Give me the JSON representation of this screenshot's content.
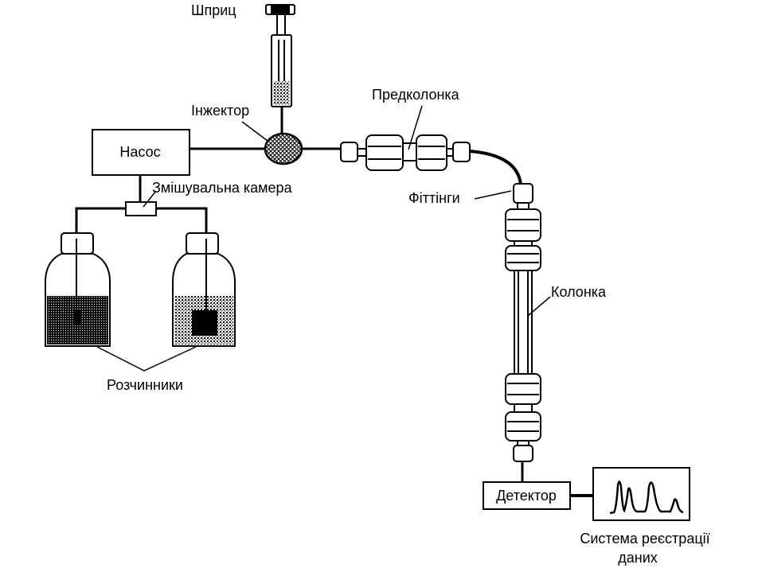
{
  "labels": {
    "syringe": "Шприц",
    "injector": "Інжектор",
    "pump": "Насос",
    "mixing_chamber": "Змішувальна камера",
    "solvents": "Розчинники",
    "precolumn": "Предколонка",
    "fittings": "Фіттінги",
    "column": "Колонка",
    "detector": "Детектор",
    "data_system_line1": "Система реєстрації",
    "data_system_line2": "даних"
  }
}
